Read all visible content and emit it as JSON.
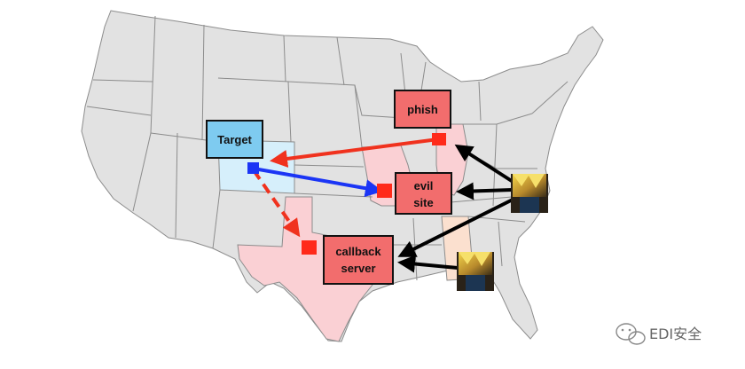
{
  "nodes": {
    "target": {
      "label": "Target",
      "color": "#7ecbf0"
    },
    "phish": {
      "label": "phish",
      "color": "#f26d6d"
    },
    "evil_site": {
      "label_line1": "evil",
      "label_line2": "site",
      "color": "#f26d6d"
    },
    "callback_server": {
      "label_line1": "callback",
      "label_line2": "server",
      "color": "#f26d6d"
    }
  },
  "highlighted_states": {
    "colorado": "#d6effb",
    "missouri": "#fad0d4",
    "illinois": "#fad0d4",
    "texas": "#fad0d4",
    "alabama": "#fbe0cf"
  },
  "colors": {
    "map_fill": "#e2e2e2",
    "map_border": "#8c8c8c",
    "endpoint_marker": "#ff2a1a",
    "red_arrow": "#f0321e",
    "blue_arrow": "#1b35f5",
    "black_arrow": "#000000"
  },
  "attacker_icons": [
    "attacker-avatar",
    "attacker-avatar",
    "attacker-avatar"
  ],
  "watermark": {
    "text": "EDI安全",
    "icon": "wechat-icon"
  }
}
